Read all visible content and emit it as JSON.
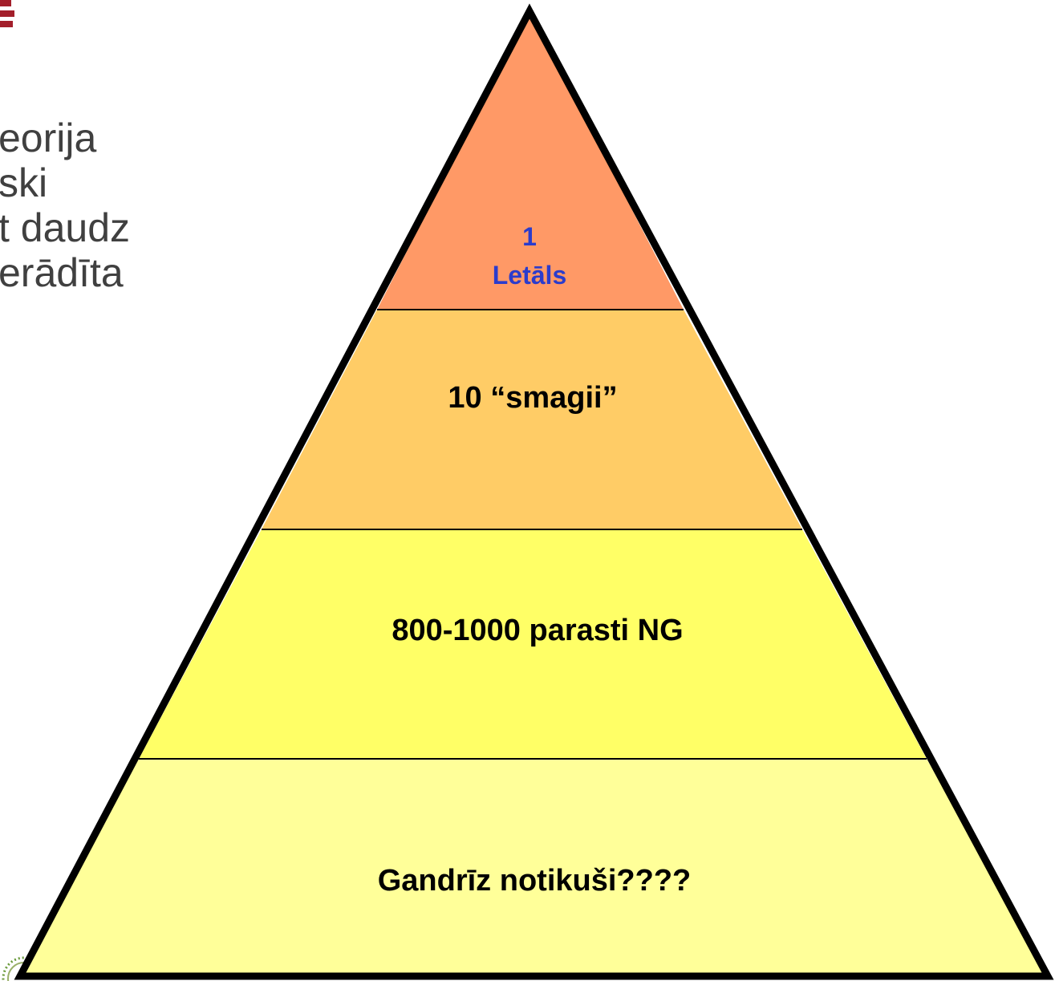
{
  "background_text": {
    "lines": [
      "eorija",
      "ski",
      "t daudz",
      "erādīta"
    ]
  },
  "pyramid": {
    "levels": [
      {
        "count": "1",
        "label": "Letāls",
        "color": "#ff9966"
      },
      {
        "label": "10 “smagii”",
        "color": "#ffcc66"
      },
      {
        "label": "800-1000 parasti NG",
        "color": "#ffff66"
      },
      {
        "label": "Gandrīz notikuši????",
        "color": "#ffff99"
      }
    ],
    "top_text_color": "#2b3ccc",
    "outline_color": "#000000"
  }
}
